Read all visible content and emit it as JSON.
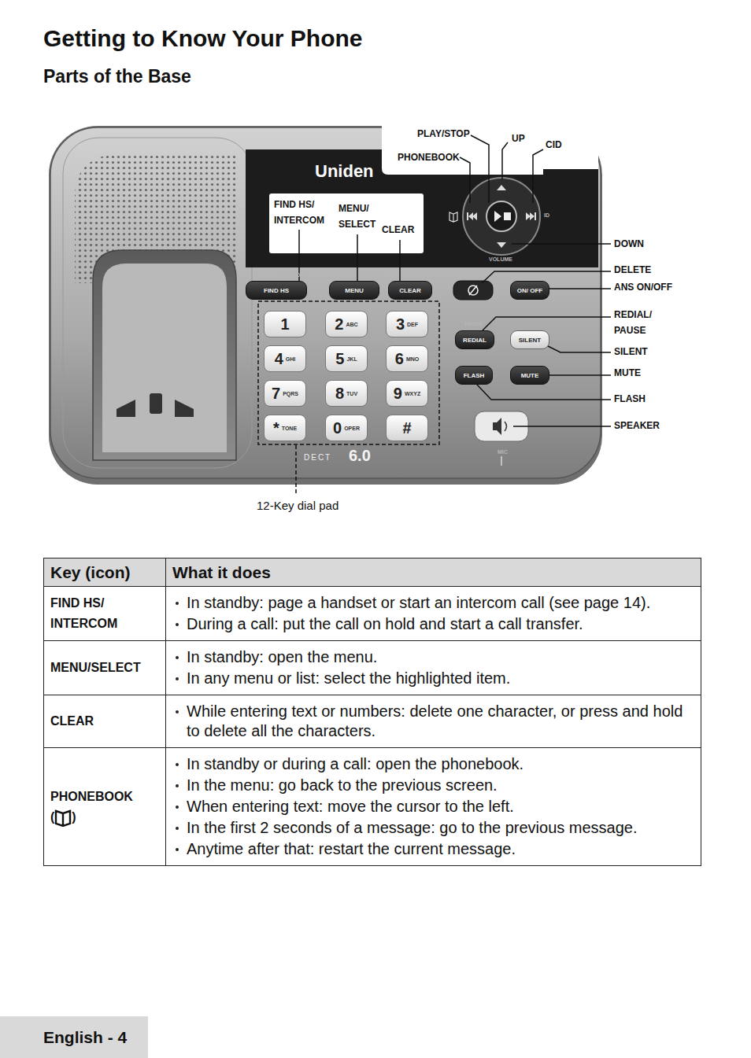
{
  "diagram": {
    "title": "Getting to Know Your Phone",
    "nodes": [
      {
        "text": [
          "English - 4"
        ]
      },
      {
        "text": [
          "FIND HS"
        ]
      },
      {
        "text": [
          "MENU"
        ]
      },
      {
        "text": [
          "CLEAR"
        ]
      },
      {
        "text": [
          "ON/ OFF"
        ]
      },
      {
        "text": [
          "REDIAL"
        ]
      },
      {
        "text": [
          "SILENT"
        ]
      },
      {
        "text": [
          "FLASH"
        ]
      },
      {
        "text": [
          "MUTE"
        ]
      },
      {
        "text": [
          "1"
        ]
      },
      {
        "text": [
          "2",
          "ABC"
        ]
      },
      {
        "text": [
          "3",
          "DEF"
        ]
      },
      {
        "text": [
          "4",
          "GHI"
        ]
      },
      {
        "text": [
          "5",
          "JKL"
        ]
      },
      {
        "text": [
          "6",
          "MNO"
        ]
      },
      {
        "text": [
          "7",
          "PQRS"
        ]
      },
      {
        "text": [
          "8",
          "TUV"
        ]
      },
      {
        "text": [
          "9",
          "WXYZ"
        ]
      },
      {
        "text": [
          "*",
          "TONE"
        ]
      },
      {
        "text": [
          "0",
          "OPER"
        ]
      },
      {
        "text": [
          "#"
        ]
      }
    ],
    "labels": [
      "Parts of the Base",
      "PLAY/STOP",
      "UP",
      "CID",
      "PHONEBOOK",
      "FIND HS/ INTERCOM",
      "MENU/ SELECT",
      "CLEAR",
      "DOWN",
      "DELETE",
      "ANS ON/OFF",
      "REDIAL/ PAUSE",
      "SILENT",
      "MUTE",
      "FLASH",
      "SPEAKER",
      "12-Key dial pad",
      "Uniden",
      "INTERCOM",
      "SELECT",
      "PAUSE",
      "VOLUME",
      "ID",
      "MIC",
      "DECT",
      "6.0",
      "Key (icon)",
      "What it does",
      "FIND HS/ INTERCOM",
      "In standby: page a handset or start an intercom call (see page 14).",
      "During a call: put the call on hold and start a call transfer.",
      "MENU/SELECT",
      "In standby: open the menu.",
      "In any menu or list: select the highlighted item.",
      "CLEAR",
      "While entering text or numbers: delete one character, or press and hold to delete all the characters.",
      "PHONEBOOK",
      "(",
      ")",
      "In standby or during a call: open the phonebook.",
      "In the menu: go back to the previous screen.",
      "When entering text: move the cursor to the left.",
      "In the first 2 seconds of a message: go to the previous message.",
      "Anytime after that: restart the current message."
    ]
  }
}
